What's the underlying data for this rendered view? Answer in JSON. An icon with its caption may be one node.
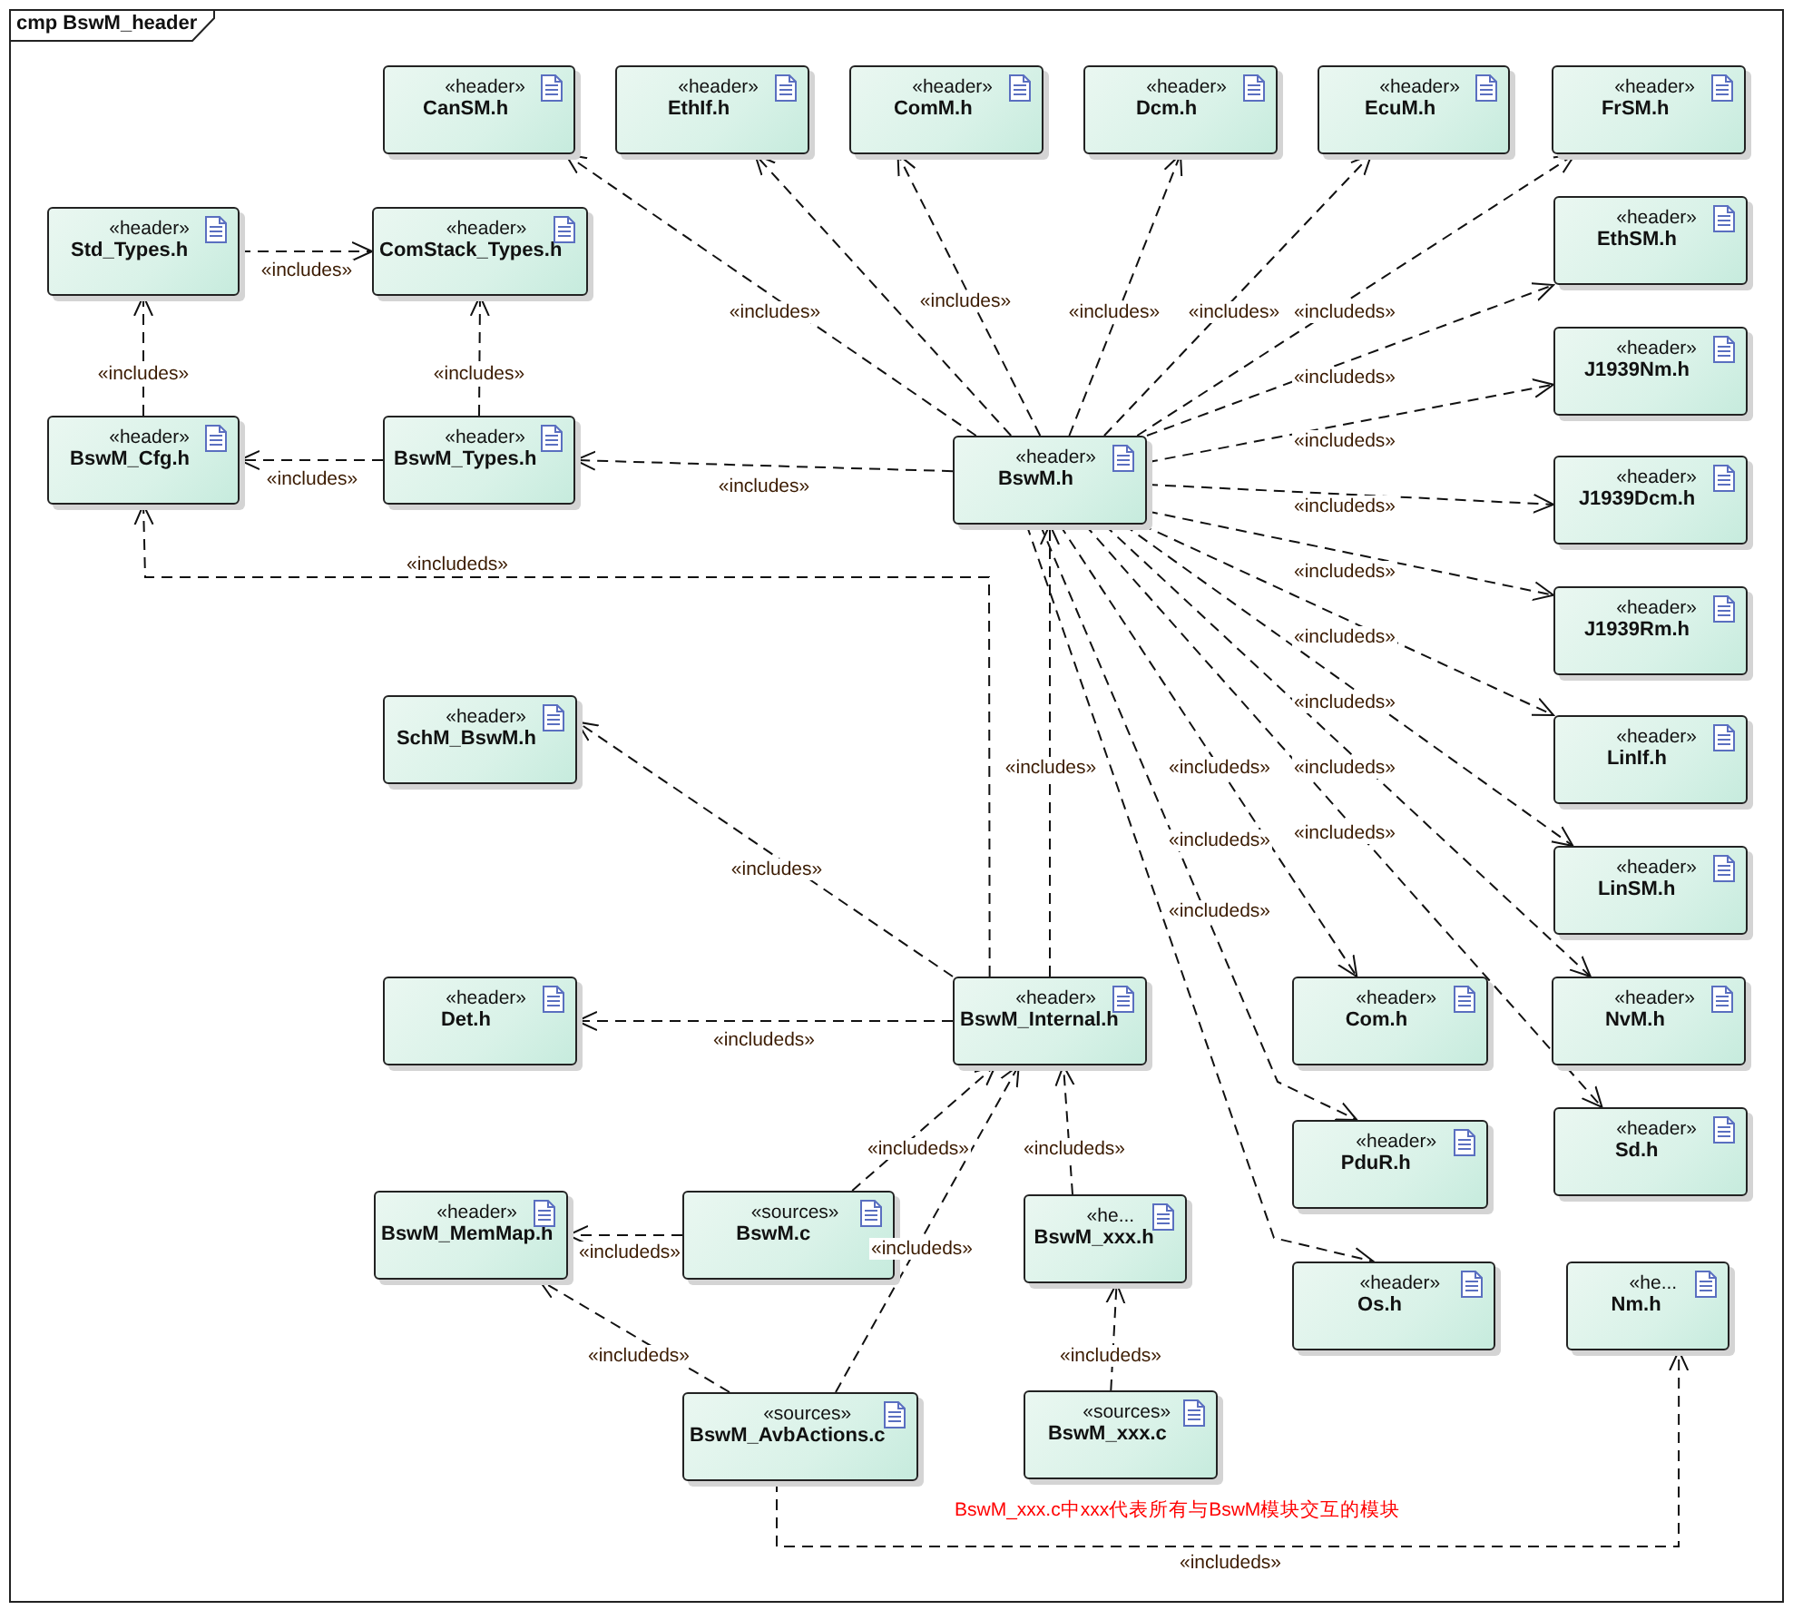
{
  "diagram": {
    "title": "cmp BswM_header",
    "nodes": [
      {
        "text": [
          "«header»",
          "CanSM.h"
        ]
      },
      {
        "text": [
          "«header»",
          "EthIf.h"
        ]
      },
      {
        "text": [
          "«header»",
          "ComM.h"
        ]
      },
      {
        "text": [
          "«header»",
          "Dcm.h"
        ]
      },
      {
        "text": [
          "«header»",
          "EcuM.h"
        ]
      },
      {
        "text": [
          "«header»",
          "FrSM.h"
        ]
      },
      {
        "text": [
          "«header»",
          "Std_Types.h"
        ]
      },
      {
        "text": [
          "«header»",
          "ComStack_Types.h"
        ]
      },
      {
        "text": [
          "«header»",
          "EthSM.h"
        ]
      },
      {
        "text": [
          "«header»",
          "J1939Nm.h"
        ]
      },
      {
        "text": [
          "«header»",
          "BswM_Cfg.h"
        ]
      },
      {
        "text": [
          "«header»",
          "BswM_Types.h"
        ]
      },
      {
        "text": [
          "«header»",
          "BswM.h"
        ]
      },
      {
        "text": [
          "«header»",
          "J1939Dcm.h"
        ]
      },
      {
        "text": [
          "«header»",
          "J1939Rm.h"
        ]
      },
      {
        "text": [
          "«header»",
          "SchM_BswM.h"
        ]
      },
      {
        "text": [
          "«header»",
          "LinIf.h"
        ]
      },
      {
        "text": [
          "«header»",
          "LinSM.h"
        ]
      },
      {
        "text": [
          "«header»",
          "Det.h"
        ]
      },
      {
        "text": [
          "«header»",
          "BswM_Internal.h"
        ]
      },
      {
        "text": [
          "«header»",
          "Com.h"
        ]
      },
      {
        "text": [
          "«header»",
          "NvM.h"
        ]
      },
      {
        "text": [
          "«header»",
          "Sd.h"
        ]
      },
      {
        "text": [
          "«header»",
          "PduR.h"
        ]
      },
      {
        "text": [
          "«header»",
          "BswM_MemMap.h"
        ]
      },
      {
        "text": [
          "«sources»",
          "BswM.c"
        ]
      },
      {
        "text": [
          "«he...",
          "BswM_xxx.h"
        ]
      },
      {
        "text": [
          "«header»",
          "Os.h"
        ]
      },
      {
        "text": [
          "«he...",
          "Nm.h"
        ]
      },
      {
        "text": [
          "«sources»",
          "BswM_AvbActions.c"
        ]
      },
      {
        "text": [
          "«sources»",
          "BswM_xxx.c"
        ]
      }
    ],
    "edges": [
      {
        "from": 12,
        "to": 0,
        "arrow": "to",
        "label": "«includes»"
      },
      {
        "from": 12,
        "to": 1,
        "arrow": "to"
      },
      {
        "from": 12,
        "to": 2,
        "arrow": "to",
        "label": "«includes»"
      },
      {
        "from": 12,
        "to": 3,
        "arrow": "to",
        "label": "«includes»"
      },
      {
        "from": 12,
        "to": 4,
        "arrow": "to",
        "label": "«includes»"
      },
      {
        "from": 12,
        "to": 5,
        "arrow": "to",
        "label": "«includeds»"
      },
      {
        "from": 12,
        "to": 8,
        "arrow": "to",
        "label": "«includeds»"
      },
      {
        "from": 12,
        "to": 9,
        "arrow": "to",
        "label": "«includeds»"
      },
      {
        "from": 12,
        "to": 13,
        "arrow": "to",
        "label": "«includeds»"
      },
      {
        "from": 12,
        "to": 14,
        "arrow": "to",
        "label": "«includeds»"
      },
      {
        "from": 12,
        "to": 16,
        "arrow": "to",
        "label": "«includeds»"
      },
      {
        "from": 12,
        "to": 17,
        "arrow": "to",
        "label": "«includeds»"
      },
      {
        "from": 12,
        "to": 21,
        "arrow": "to",
        "label": "«includeds»"
      },
      {
        "from": 12,
        "to": 22,
        "arrow": "to",
        "label": "«includeds»"
      },
      {
        "from": 12,
        "to": 20,
        "arrow": "to",
        "label": "«includeds»"
      },
      {
        "from": 12,
        "to": 23,
        "arrow": "to",
        "label": "«includeds»"
      },
      {
        "from": 12,
        "to": 27,
        "arrow": "to",
        "label": "«includeds»"
      },
      {
        "from": 12,
        "to": 11,
        "arrow": "to",
        "label": "«includes»"
      },
      {
        "from": 11,
        "to": 7,
        "arrow": "to",
        "label": "«includes»"
      },
      {
        "from": 11,
        "to": 10,
        "arrow": "to",
        "label": "«includes»"
      },
      {
        "from": 10,
        "to": 6,
        "arrow": "to",
        "label": "«includes»"
      },
      {
        "from": 6,
        "to": 7,
        "arrow": "to",
        "label": "«includes»"
      },
      {
        "from": 19,
        "to": 12,
        "arrow": "to",
        "label": "«includes»"
      },
      {
        "from": 19,
        "to": 10,
        "arrow": "to",
        "label": "«includeds»"
      },
      {
        "from": 19,
        "to": 15,
        "arrow": "to",
        "label": "«includes»"
      },
      {
        "from": 19,
        "to": 18,
        "arrow": "to",
        "label": "«includeds»"
      },
      {
        "from": 25,
        "to": 19,
        "arrow": "to",
        "label": "«includeds»"
      },
      {
        "from": 25,
        "to": 24,
        "arrow": "to",
        "label": "«includeds»"
      },
      {
        "from": 29,
        "to": 19,
        "arrow": "to",
        "label": "«includeds»"
      },
      {
        "from": 29,
        "to": 24,
        "arrow": "to",
        "label": "«includeds»"
      },
      {
        "from": 26,
        "to": 19,
        "arrow": "to",
        "label": "«includeds»"
      },
      {
        "from": 30,
        "to": 26,
        "arrow": "to",
        "label": "«includeds»"
      },
      {
        "from": 29,
        "to": 28,
        "arrow": "to",
        "label": "«includeds»"
      }
    ],
    "labels": [
      "BswM_xxx.c中xxx代表所有与BswM模块交互的模块"
    ]
  }
}
